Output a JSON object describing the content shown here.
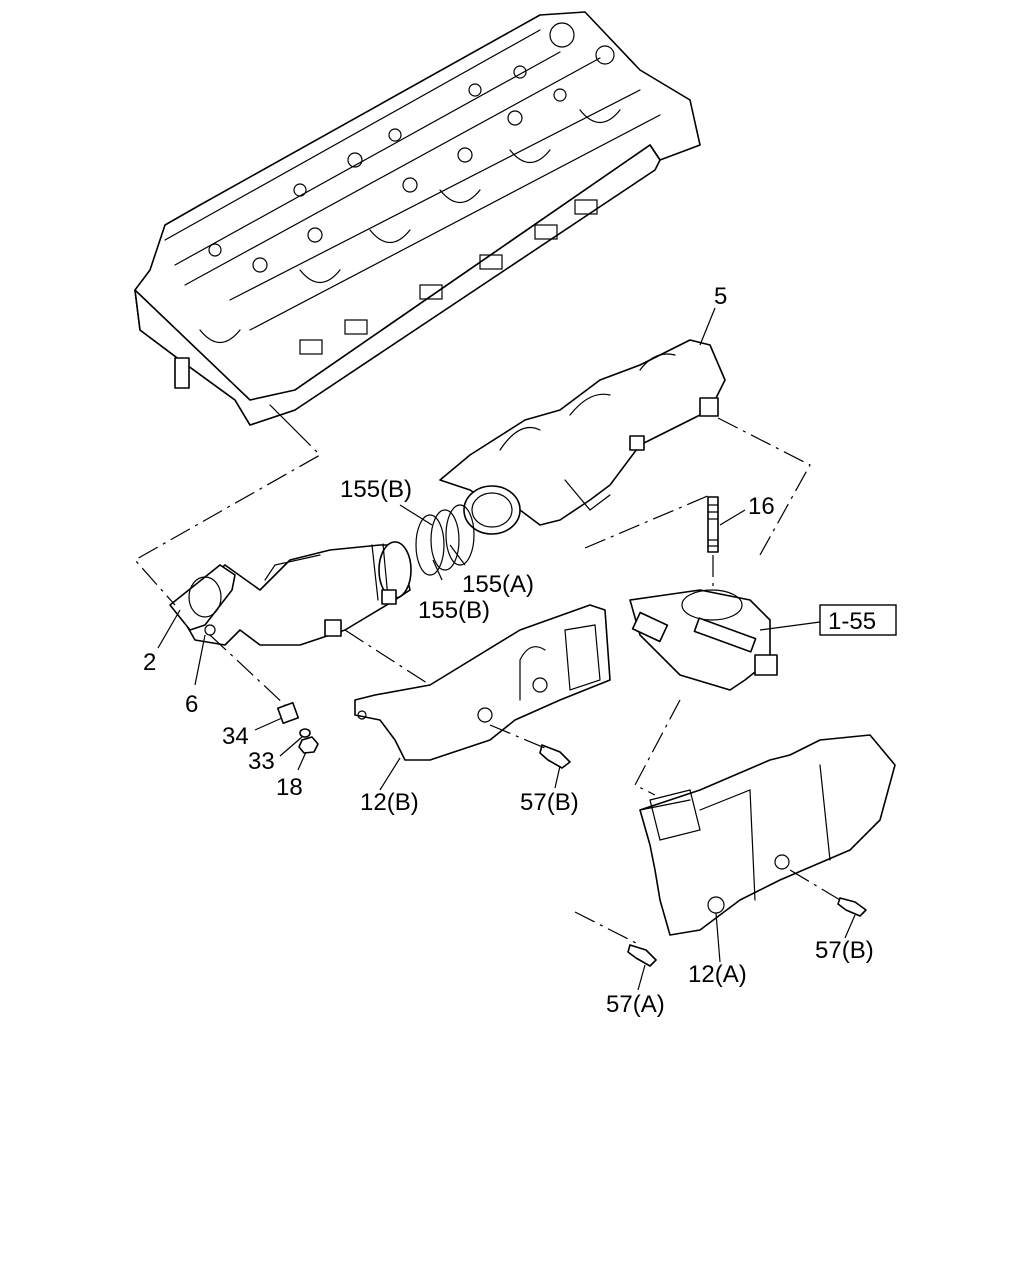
{
  "callouts": {
    "c5": "5",
    "c155b_top": "155(B)",
    "c16": "16",
    "c155a": "155(A)",
    "c155b_bottom": "155(B)",
    "c1_55": "1-55",
    "c2": "2",
    "c6": "6",
    "c34": "34",
    "c33": "33",
    "c18": "18",
    "c12b": "12(B)",
    "c57b_upper": "57(B)",
    "c57b_lower": "57(B)",
    "c12a": "12(A)",
    "c57a": "57(A)"
  }
}
